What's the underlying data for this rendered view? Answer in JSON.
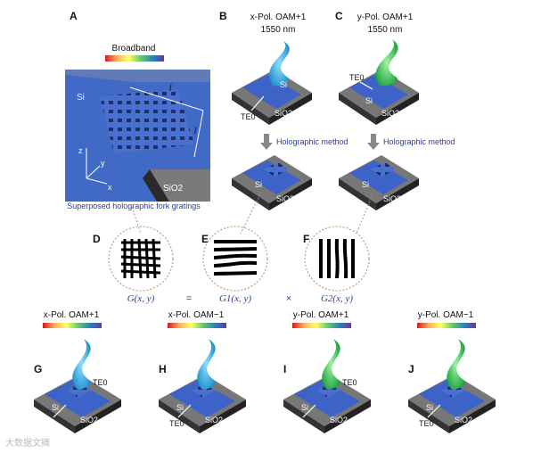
{
  "panels": {
    "A": {
      "letter": "A",
      "band_label": "Broadband",
      "si": "Si",
      "sio2": "SiO2",
      "dim_l1": "l",
      "dim_l2": "l",
      "axis_z": "z",
      "axis_y": "y",
      "axis_x": "x",
      "caption": "Superposed holographic fork gratings"
    },
    "B": {
      "letter": "B",
      "title1": "x-Pol. OAM+1",
      "title2": "1550 nm",
      "si": "Si",
      "sio2": "SiO2",
      "te": "TE0",
      "arrow_text": "Holographic method",
      "si2": "Si",
      "sio2_2": "SiO2"
    },
    "C": {
      "letter": "C",
      "title1": "y-Pol. OAM+1",
      "title2": "1550 nm",
      "te": "TE0",
      "si": "Si",
      "sio2": "SiO2",
      "arrow_text": "Holographic method",
      "si2": "Si",
      "sio2_2": "SiO2"
    },
    "D": {
      "letter": "D"
    },
    "E": {
      "letter": "E"
    },
    "F": {
      "letter": "F"
    }
  },
  "equation": {
    "g": "G(x, y)",
    "eq": "=",
    "g1": "G1(x, y)",
    "times": "×",
    "g2": "G2(x, y)"
  },
  "bottom": [
    {
      "letter": "G",
      "title": "x-Pol. OAM+1",
      "te": "TE0",
      "si": "Si",
      "sio2": "SiO2",
      "color": "#2aa5d8"
    },
    {
      "letter": "H",
      "title": "x-Pol. OAM−1",
      "te": "TE0",
      "si": "Si",
      "sio2": "SiO2",
      "color": "#2aa5d8"
    },
    {
      "letter": "I",
      "title": "y-Pol. OAM+1",
      "te": "TE0",
      "si": "Si",
      "sio2": "SiO2",
      "color": "#22b24c"
    },
    {
      "letter": "J",
      "title": "y-Pol. OAM−1",
      "te": "TE0",
      "si": "Si",
      "sio2": "SiO2",
      "color": "#22b24c"
    }
  ],
  "watermark": "大数据文摘",
  "colors": {
    "silicon": "#3d63c9",
    "oxide": "#6f6f6f",
    "beam_x": "#2aa5d8",
    "beam_y": "#22b24c"
  }
}
